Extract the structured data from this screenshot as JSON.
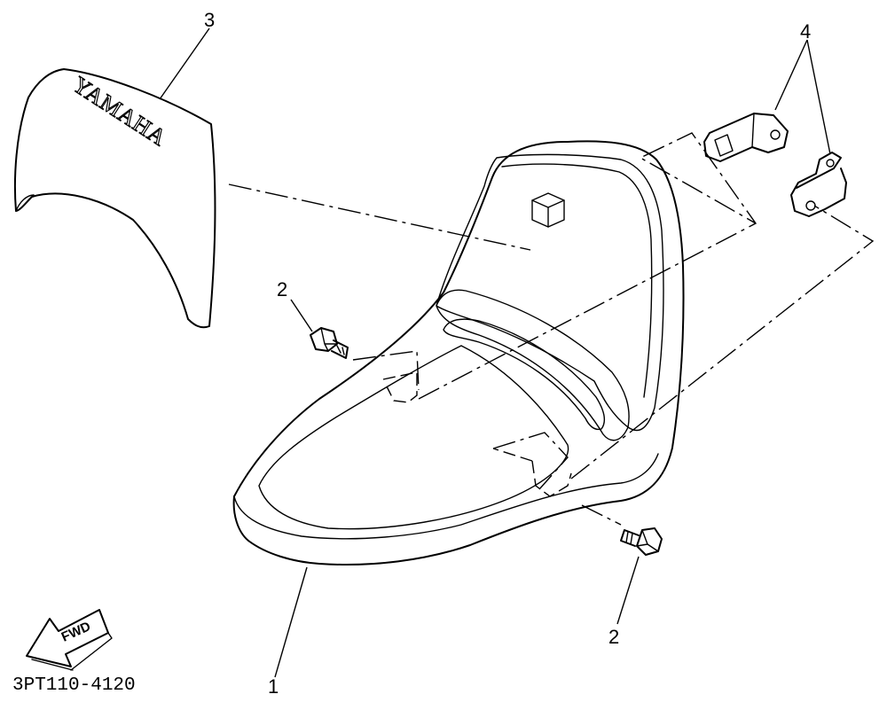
{
  "diagram": {
    "brand_text": "YAMAHA",
    "direction_label": "FWD",
    "part_code": "3PT110-4120",
    "callouts": {
      "seat": "1",
      "bolt_upper": "2",
      "bolt_lower": "2",
      "seat_cover": "3",
      "brackets": "4"
    }
  }
}
